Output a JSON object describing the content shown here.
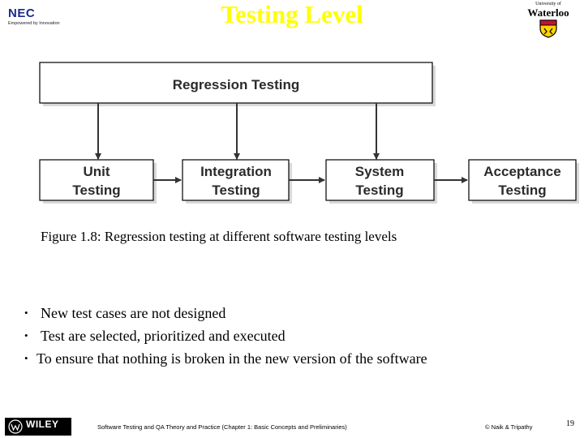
{
  "header": {
    "title": "Testing Level",
    "nec_logo": {
      "word": "NEC",
      "tagline": "Empowered by Innovation"
    },
    "uw_logo": {
      "small": "University of",
      "big": "Waterloo"
    }
  },
  "diagram": {
    "top_box": "Regression Testing",
    "levels": [
      {
        "line1": "Unit",
        "line2": "Testing"
      },
      {
        "line1": "Integration",
        "line2": "Testing"
      },
      {
        "line1": "System",
        "line2": "Testing"
      },
      {
        "line1": "Acceptance",
        "line2": "Testing"
      }
    ]
  },
  "caption": "Figure 1.8: Regression testing at different software testing levels",
  "bullets": [
    {
      "marker": "•",
      "text": "New test cases are not designed"
    },
    {
      "marker": "•",
      "text": "Test are selected, prioritized and executed"
    },
    {
      "marker": "•",
      "text": "To ensure that nothing is broken in the new version of the software"
    }
  ],
  "footer": {
    "publisher": "WILEY",
    "book": "Software Testing and QA Theory and Practice (Chapter 1: Basic Concepts and Preliminaries)",
    "authors": "© Naik & Tripathy",
    "page": "19"
  },
  "colors": {
    "title": "#ffff00",
    "box_fill": "#ffffff",
    "box_shadow": "#d9d9d9",
    "arrow": "#333333"
  }
}
